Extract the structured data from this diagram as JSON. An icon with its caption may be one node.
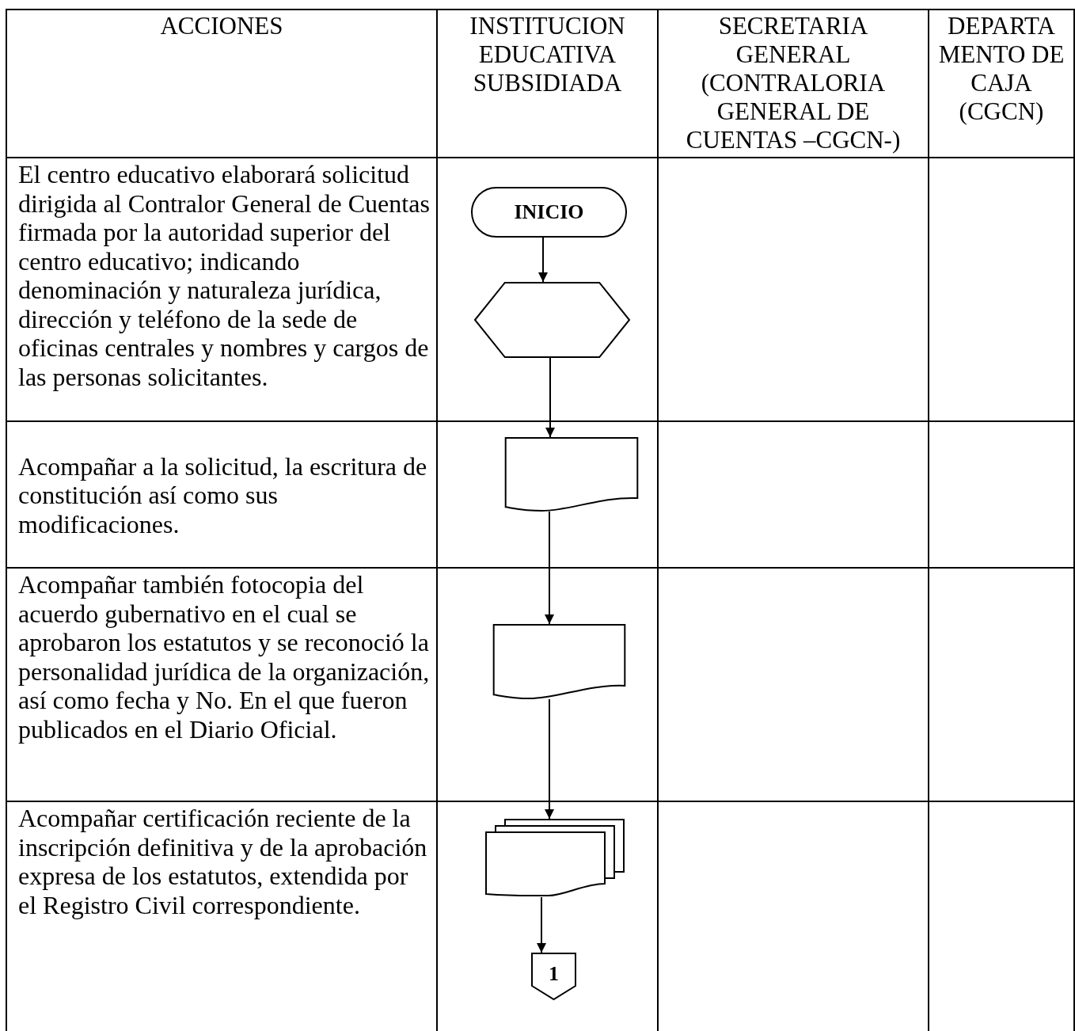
{
  "diagram": {
    "nodes": [
      {
        "text": [
          "INICIO"
        ]
      },
      {
        "text": [],
        "shape": "hexagon"
      },
      {
        "text": [],
        "shape": "document"
      },
      {
        "text": [],
        "shape": "document"
      },
      {
        "text": [],
        "shape": "documents"
      },
      {
        "text": [
          "1"
        ]
      }
    ],
    "edges": [
      {
        "from": 0,
        "to": 1,
        "arrow": "to"
      },
      {
        "from": 1,
        "to": 2,
        "arrow": "to"
      },
      {
        "from": 2,
        "to": 3,
        "arrow": "to"
      },
      {
        "from": 3,
        "to": 4,
        "arrow": "to"
      },
      {
        "from": 4,
        "to": 5,
        "arrow": "to"
      }
    ],
    "labels": [
      "ACCIONES",
      "INSTITUCION EDUCATIVA SUBSIDIADA",
      "SECRETARIA GENERAL (CONTRALORIA GENERAL DE CUENTAS –CGCN-)",
      "DEPARTA MENTO DE CAJA (CGCN)",
      "El centro educativo elaborará solicitud dirigida al Contralor General de Cuentas firmada por la autoridad superior del centro educativo; indicando denominación y naturaleza jurídica, dirección y teléfono de la sede de oficinas centrales y nombres y cargos de las personas solicitantes.",
      "Acompañar a la solicitud, la escritura de constitución así como sus modificaciones.",
      "Acompañar también fotocopia del acuerdo gubernativo en el cual se aprobaron los estatutos y se reconoció la personalidad jurídica de la organización, así como fecha y No. En el que fueron publicados en el Diario Oficial.",
      "Acompañar certificación reciente de la inscripción definitiva y de la aprobación expresa de los estatutos, extendida por el Registro Civil correspondiente."
    ]
  }
}
